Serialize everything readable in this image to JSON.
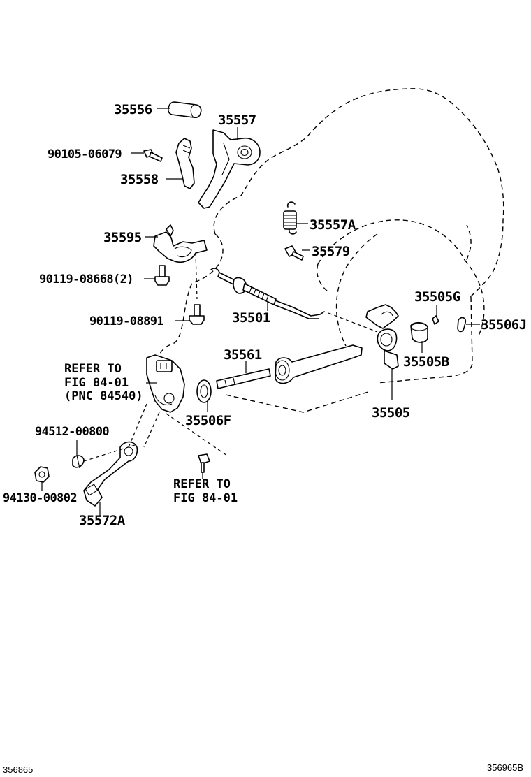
{
  "diagram": {
    "labels": {
      "p35556": "35556",
      "p35557": "35557",
      "p90105": "90105-06079",
      "p35558": "35558",
      "p35595": "35595",
      "p35557A": "35557A",
      "p35579": "35579",
      "p90119_08668": "90119-08668(2)",
      "p90119_08891": "90119-08891",
      "p35501": "35501",
      "p35505G": "35505G",
      "p35506J": "35506J",
      "p35561": "35561",
      "p35505B": "35505B",
      "p35506F": "35506F",
      "p35505": "35505",
      "p94512": "94512-00800",
      "p94130": "94130-00802",
      "p35572A": "35572A"
    },
    "refer1": {
      "line1": "REFER TO",
      "line2": "FIG 84-01",
      "line3": "(PNC 84540)"
    },
    "refer2": {
      "line1": "REFER TO",
      "line2": "FIG 84-01"
    },
    "corner_left": "356865",
    "corner_right": "356965B"
  }
}
